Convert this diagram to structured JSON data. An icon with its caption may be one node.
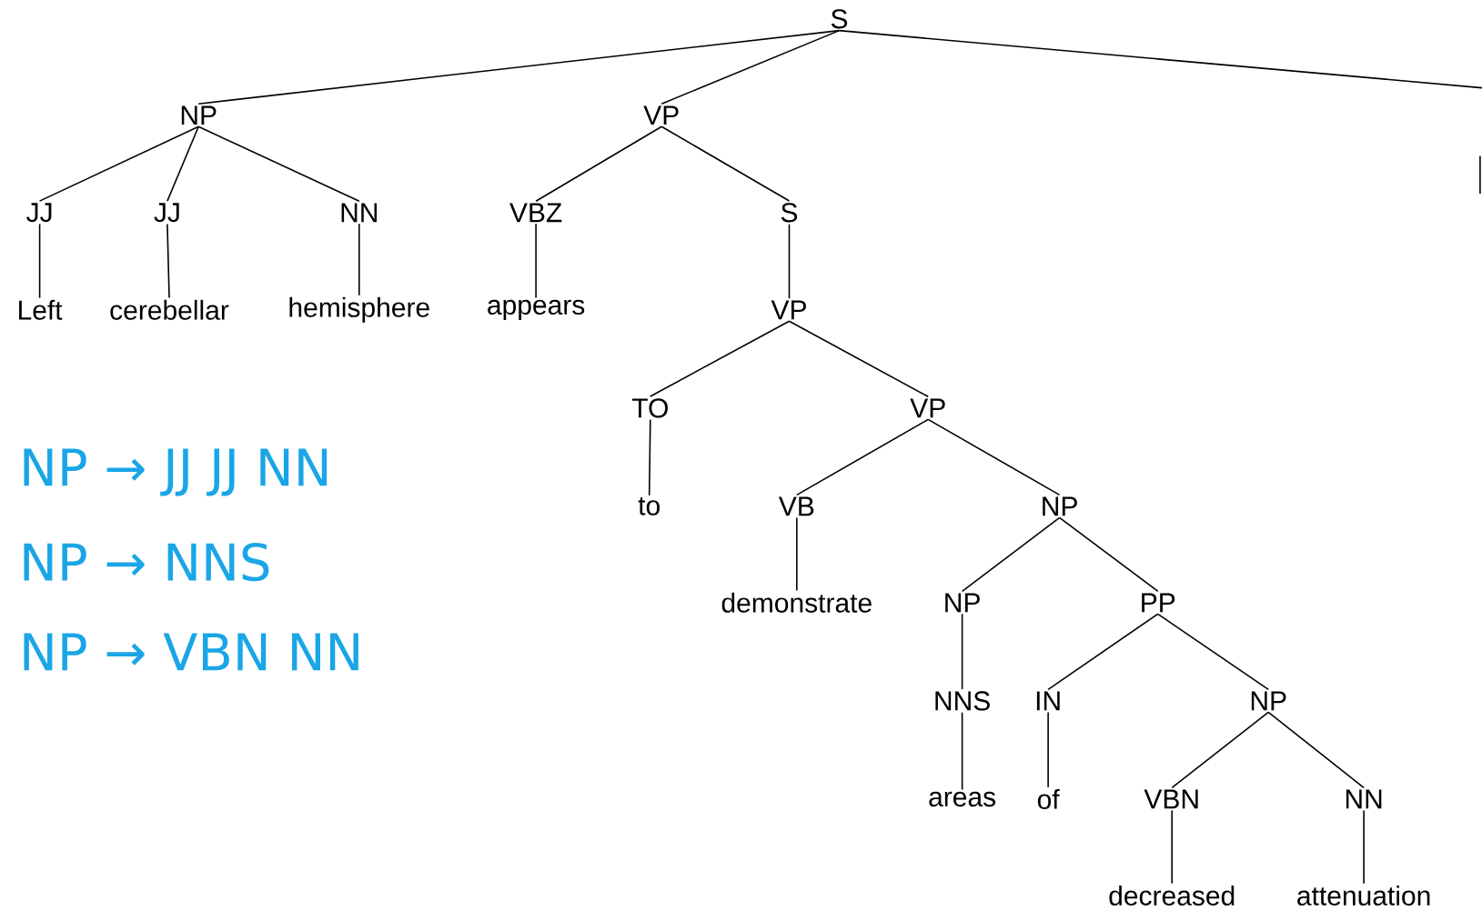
{
  "diagram": {
    "nodes": [
      {
        "text": [
          "S"
        ]
      },
      {
        "text": [
          "NP"
        ]
      },
      {
        "text": [
          "VP"
        ]
      },
      {
        "text": [
          "JJ"
        ]
      },
      {
        "text": [
          "JJ"
        ]
      },
      {
        "text": [
          "NN"
        ]
      },
      {
        "text": [
          "VBZ"
        ]
      },
      {
        "text": [
          "S"
        ]
      },
      {
        "text": [
          "Left"
        ]
      },
      {
        "text": [
          "cerebellar"
        ]
      },
      {
        "text": [
          "hemisphere"
        ]
      },
      {
        "text": [
          "appears"
        ]
      },
      {
        "text": [
          "VP"
        ]
      },
      {
        "text": [
          "TO"
        ]
      },
      {
        "text": [
          "VP"
        ]
      },
      {
        "text": [
          "to"
        ]
      },
      {
        "text": [
          "VB"
        ]
      },
      {
        "text": [
          "NP"
        ]
      },
      {
        "text": [
          "demonstrate"
        ]
      },
      {
        "text": [
          "NP"
        ]
      },
      {
        "text": [
          "PP"
        ]
      },
      {
        "text": [
          "NNS"
        ]
      },
      {
        "text": [
          "IN"
        ]
      },
      {
        "text": [
          "NP"
        ]
      },
      {
        "text": [
          "areas"
        ]
      },
      {
        "text": [
          "of"
        ]
      },
      {
        "text": [
          "VBN"
        ]
      },
      {
        "text": [
          "NN"
        ]
      },
      {
        "text": [
          "decreased"
        ]
      },
      {
        "text": [
          "attenuation"
        ]
      }
    ],
    "edges": [
      {
        "from": 0,
        "to": 1,
        "arrow": "none"
      },
      {
        "from": 0,
        "to": 2,
        "arrow": "none"
      },
      {
        "from": 0,
        "to": null,
        "arrow": "none"
      },
      {
        "from": 1,
        "to": 3,
        "arrow": "none"
      },
      {
        "from": 1,
        "to": 4,
        "arrow": "none"
      },
      {
        "from": 1,
        "to": 5,
        "arrow": "none"
      },
      {
        "from": 2,
        "to": 6,
        "arrow": "none"
      },
      {
        "from": 2,
        "to": 7,
        "arrow": "none"
      },
      {
        "from": 3,
        "to": 8,
        "arrow": "none"
      },
      {
        "from": 4,
        "to": 9,
        "arrow": "none"
      },
      {
        "from": 5,
        "to": 10,
        "arrow": "none"
      },
      {
        "from": 6,
        "to": 11,
        "arrow": "none"
      },
      {
        "from": 7,
        "to": 12,
        "arrow": "none"
      },
      {
        "from": 12,
        "to": 13,
        "arrow": "none"
      },
      {
        "from": 12,
        "to": 14,
        "arrow": "none"
      },
      {
        "from": 13,
        "to": 15,
        "arrow": "none"
      },
      {
        "from": 14,
        "to": 16,
        "arrow": "none"
      },
      {
        "from": 14,
        "to": 17,
        "arrow": "none"
      },
      {
        "from": 16,
        "to": 18,
        "arrow": "none"
      },
      {
        "from": 17,
        "to": 19,
        "arrow": "none"
      },
      {
        "from": 17,
        "to": 20,
        "arrow": "none"
      },
      {
        "from": 19,
        "to": 21,
        "arrow": "none"
      },
      {
        "from": 20,
        "to": 22,
        "arrow": "none"
      },
      {
        "from": 20,
        "to": 23,
        "arrow": "none"
      },
      {
        "from": 21,
        "to": 24,
        "arrow": "none"
      },
      {
        "from": 22,
        "to": 25,
        "arrow": "none"
      },
      {
        "from": 23,
        "to": 26,
        "arrow": "none"
      },
      {
        "from": 23,
        "to": 27,
        "arrow": "none"
      },
      {
        "from": 26,
        "to": 28,
        "arrow": "none"
      },
      {
        "from": 27,
        "to": 29,
        "arrow": "none"
      }
    ],
    "labels": [
      "NP → JJ JJ NN",
      "NP → NNS",
      "NP → VBN NN"
    ]
  }
}
